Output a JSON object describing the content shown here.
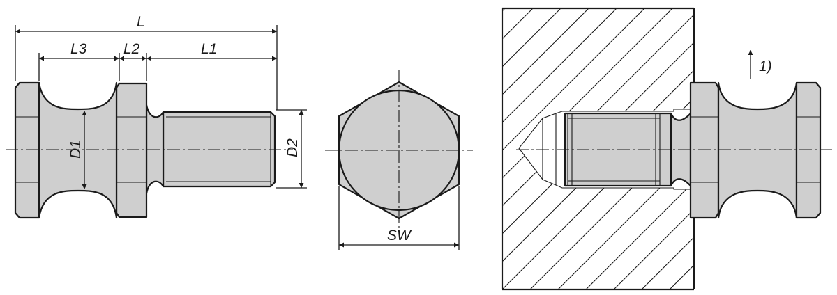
{
  "labels": {
    "L": "L",
    "L1": "L1",
    "L2": "L2",
    "L3": "L3",
    "D1": "D1",
    "D2": "D2",
    "SW": "SW",
    "note": "1)"
  },
  "colors": {
    "fill": "#cfcfcf",
    "line": "#1a1a1a",
    "background": "#ffffff"
  }
}
